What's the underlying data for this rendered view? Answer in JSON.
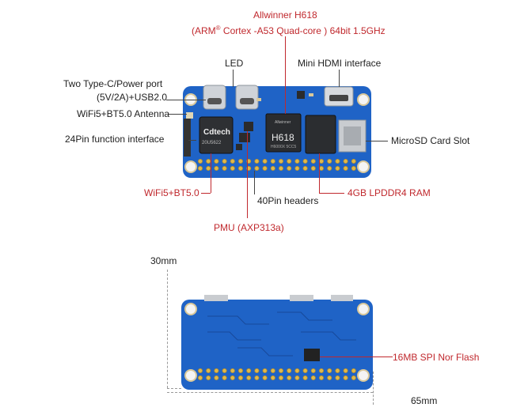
{
  "top_labels": {
    "soc_line1": "Allwinner H618",
    "soc_line2_pre": "(ARM",
    "soc_line2_reg": "®",
    "soc_line2_post": " Cortex -A53 Quad-core ) 64bit 1.5GHz",
    "led": "LED",
    "mini_hdmi": "Mini HDMI interface",
    "typec_line1": "Two Type-C/Power port",
    "typec_line2": "(5V/2A)+USB2.0",
    "antenna": "WiFi5+BT5.0 Antenna",
    "function_interface": "24Pin function interface",
    "microsd": "MicroSD Card Slot",
    "wifi_chip": "WiFi5+BT5.0",
    "headers": "40Pin headers",
    "ram": "4GB LPDDR4 RAM",
    "pmu": "PMU (AXP313a)"
  },
  "chip_text": {
    "soc_brand": "Allwinner",
    "soc_model": "H618",
    "soc_code": "H6000X 5CC5",
    "wifi_brand": "Cdtech",
    "wifi_code": "20U5622"
  },
  "bottom_labels": {
    "height_dim": "30mm",
    "width_dim": "65mm",
    "flash": "16MB SPI Nor Flash"
  },
  "colors": {
    "board": "#1f63c6",
    "board_dark": "#17489a",
    "accent_red": "#c0282d"
  }
}
